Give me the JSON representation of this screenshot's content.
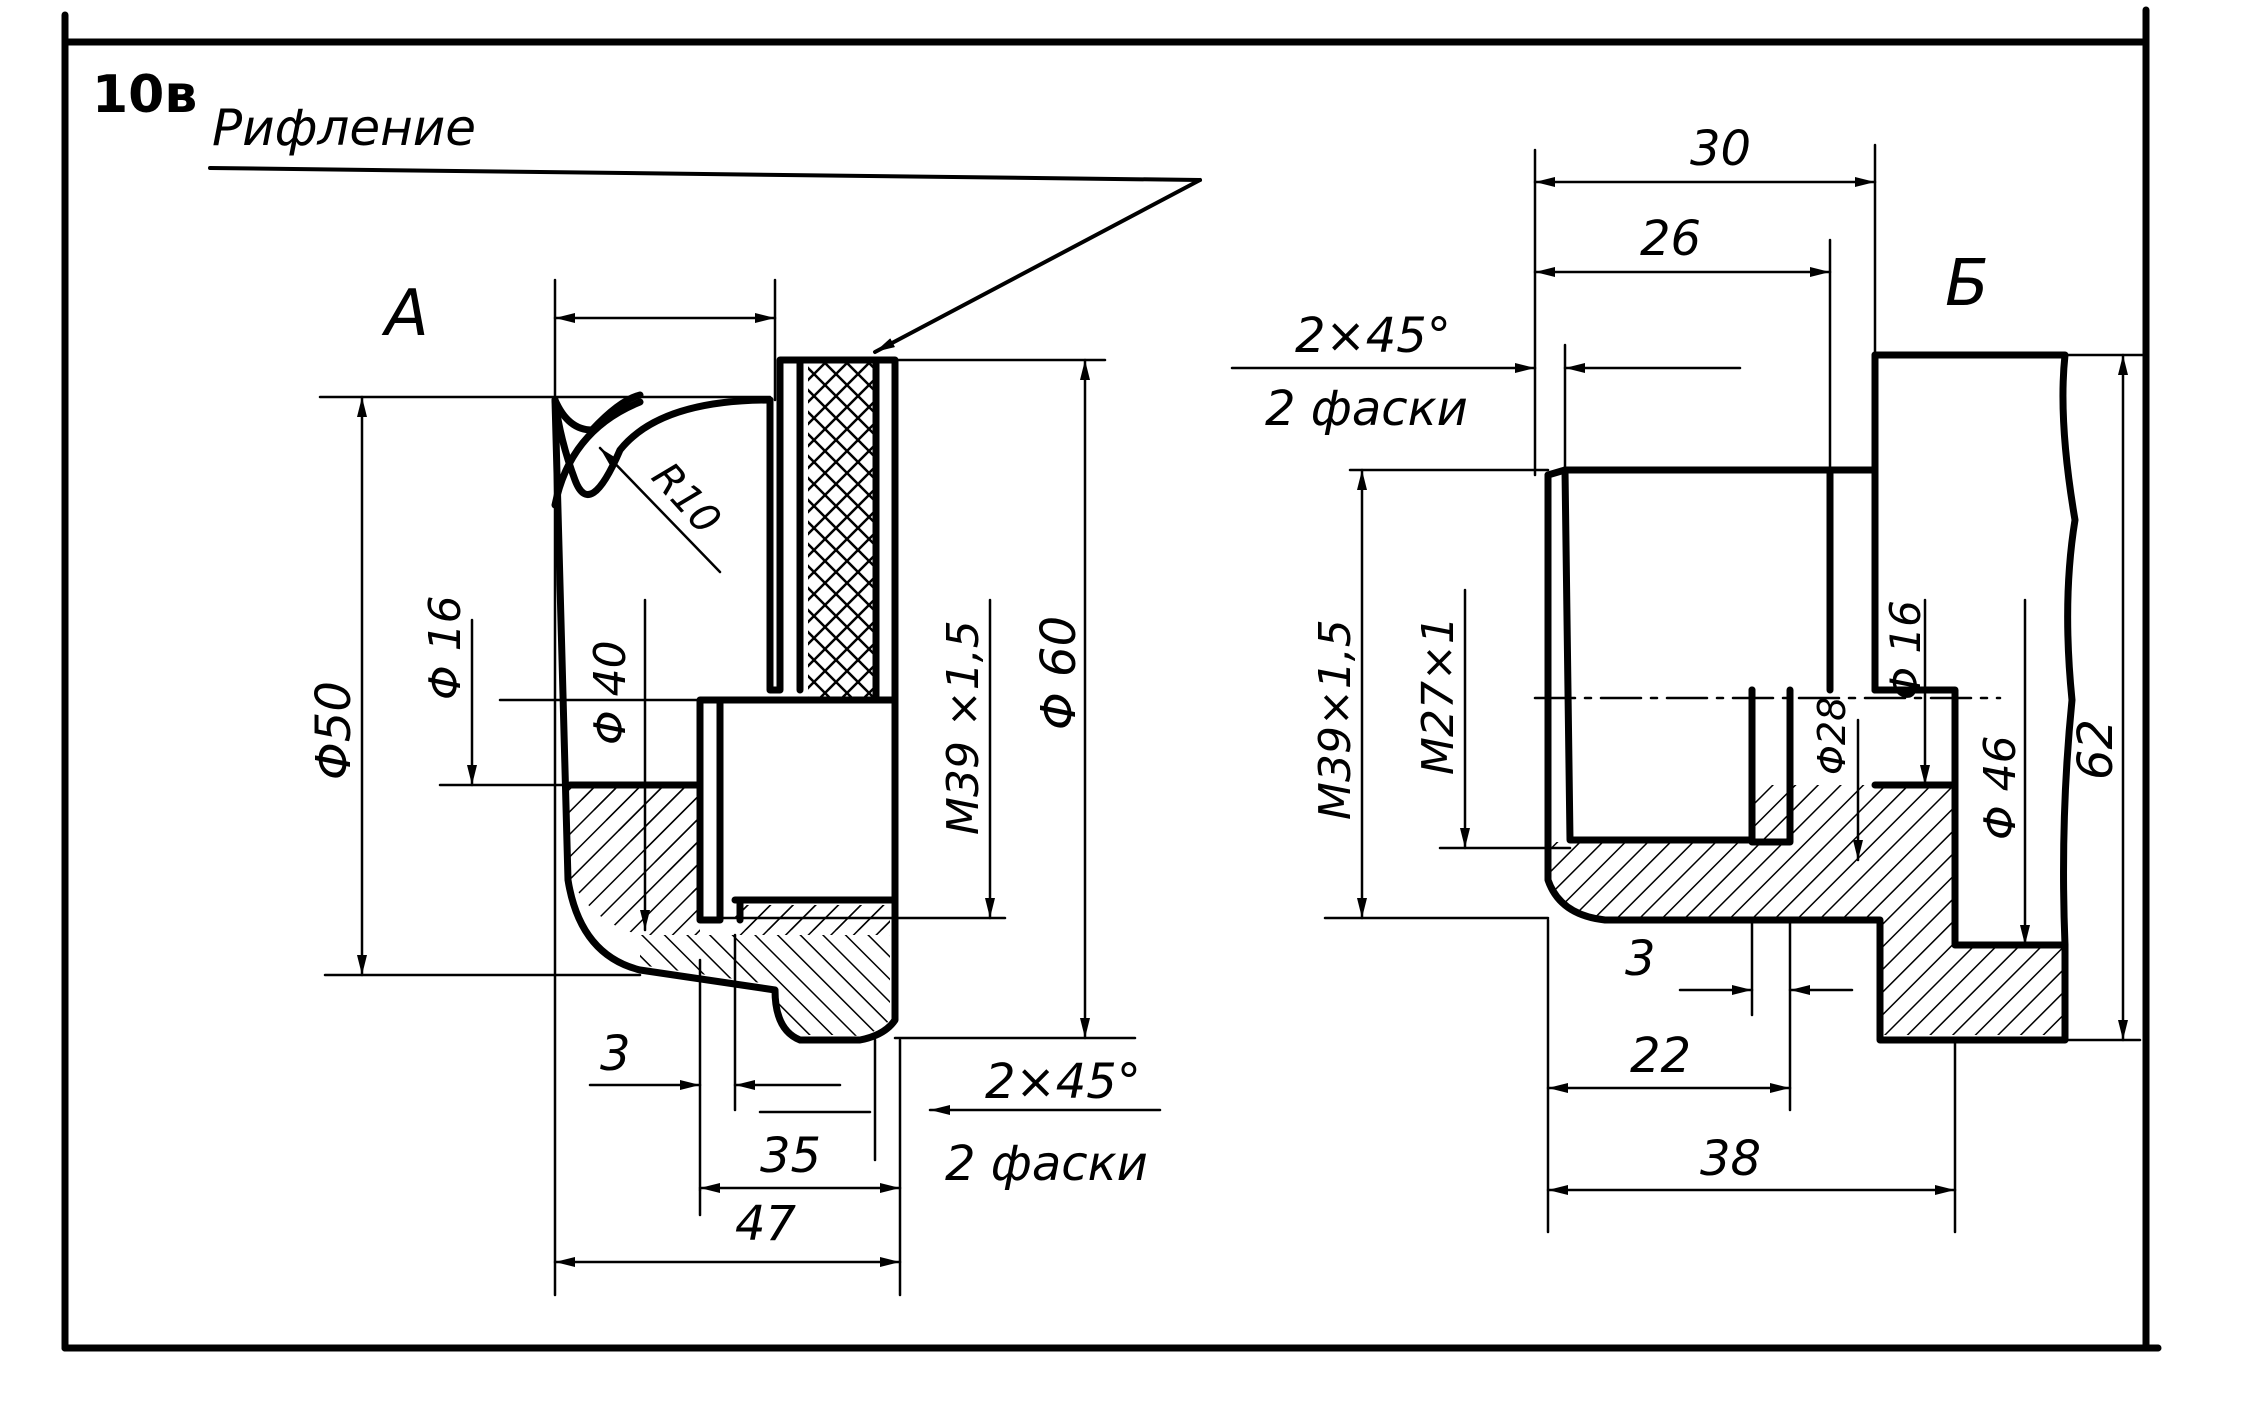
{
  "figure": {
    "number": "10в",
    "knurl_label": "Рифление"
  },
  "view_a": {
    "letter": "А",
    "radius": "R10",
    "dia_50": "Φ50",
    "dia_16": "Φ 16",
    "dia_40": "Φ 40",
    "thread": "M39 ×1,5",
    "dia_60": "Φ 60",
    "dim_3": "3",
    "dim_35": "35",
    "dim_47": "47",
    "chamfer_size": "2×45°",
    "chamfer_note": "2 фаски"
  },
  "view_b": {
    "letter": "Б",
    "dim_30": "30",
    "dim_26": "26",
    "chamfer_size": "2×45°",
    "chamfer_note": "2 фаски",
    "thread_outer": "M39×1,5",
    "thread_inner": "M27×1",
    "dia_28": "Φ28",
    "dia_16": "Φ 16",
    "dia_46": "Φ 46",
    "dim_62": "62",
    "dim_3": "3",
    "dim_22": "22",
    "dim_38": "38"
  }
}
